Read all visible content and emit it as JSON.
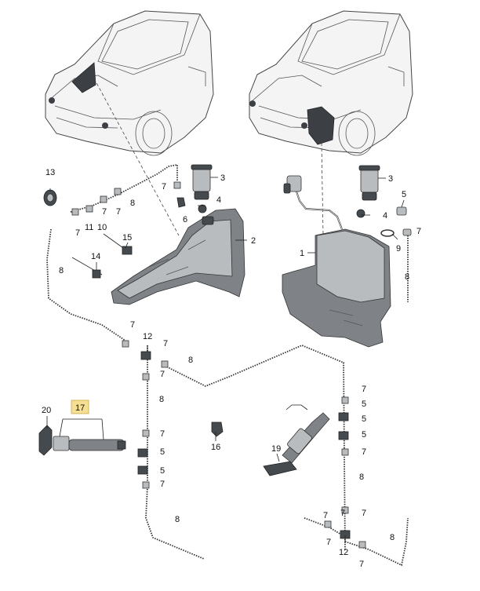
{
  "labels": {
    "l1": "1",
    "l2": "2",
    "l3a": "3",
    "l3b": "3",
    "l4a": "4",
    "l4b": "4",
    "l5a": "5",
    "l5b": "5",
    "l5c": "5",
    "l5d": "5",
    "l5e": "5",
    "l5f": "5",
    "l6": "6",
    "l7a": "7",
    "l7b": "7",
    "l7c": "7",
    "l7d": "7",
    "l7e": "7",
    "l7f": "7",
    "l7g": "7",
    "l7h": "7",
    "l7i": "7",
    "l7j": "7",
    "l7k": "7",
    "l7l": "7",
    "l7m": "7",
    "l7n": "7",
    "l7o": "7",
    "l7p": "7",
    "l7q": "7",
    "l8a": "8",
    "l8b": "8",
    "l8c": "8",
    "l8d": "8",
    "l8e": "8",
    "l8f": "8",
    "l8g": "8",
    "l8h": "8",
    "l9": "9",
    "l10": "10",
    "l11": "11",
    "l12a": "12",
    "l12b": "12",
    "l13": "13",
    "l14": "14",
    "l15": "15",
    "l16": "16",
    "l17": "17",
    "l19": "19",
    "l20": "20"
  },
  "highlight_color": "#f6df93"
}
